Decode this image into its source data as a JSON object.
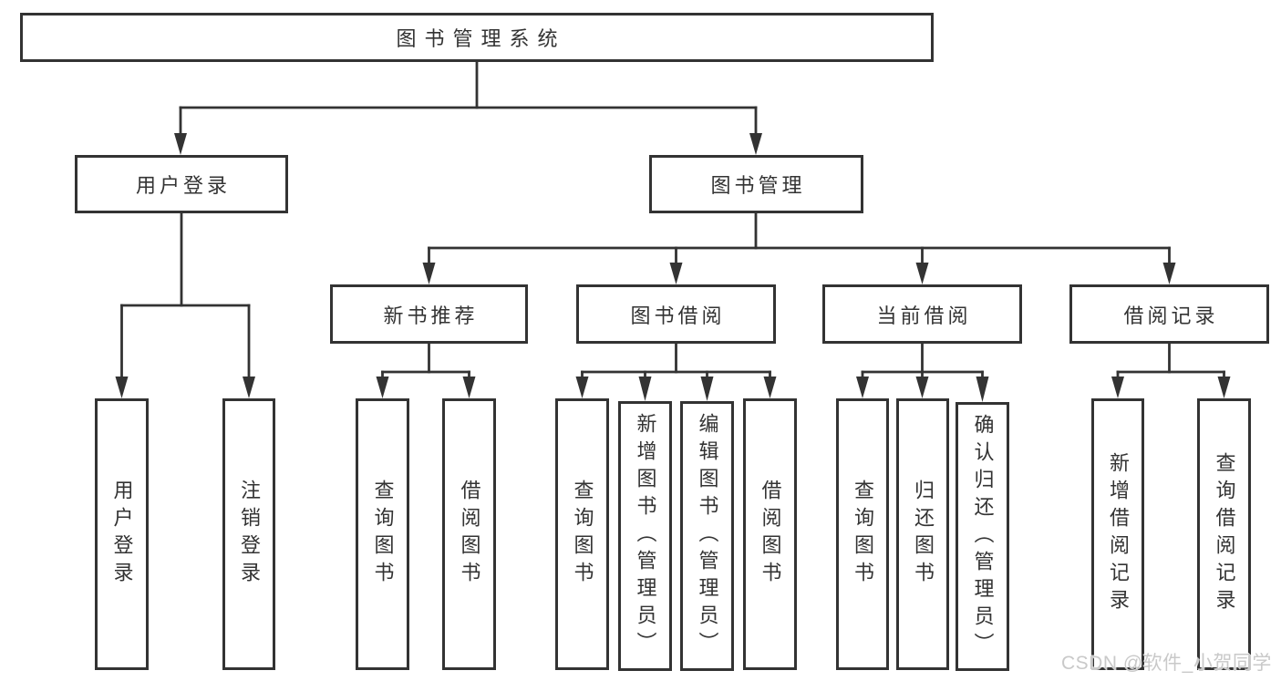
{
  "colors": {
    "line": "#333333",
    "box_border": "#333333",
    "box_bg": "#ffffff",
    "text": "#333333",
    "watermark": "#c9c9c9",
    "page_bg": "#ffffff"
  },
  "tree": {
    "root": {
      "label": "图书管理系统"
    },
    "level2": [
      {
        "label": "用户登录"
      },
      {
        "label": "图书管理"
      }
    ],
    "level3": [
      {
        "label": "新书推荐"
      },
      {
        "label": "图书借阅"
      },
      {
        "label": "当前借阅"
      },
      {
        "label": "借阅记录"
      }
    ],
    "leaves": {
      "user_login": [
        {
          "label": "用户登录"
        },
        {
          "label": "注销登录"
        }
      ],
      "new_book": [
        {
          "label": "查询图书"
        },
        {
          "label": "借阅图书"
        }
      ],
      "book_borrow": [
        {
          "label": "查询图书"
        },
        {
          "label": "新增图书（管理员）"
        },
        {
          "label": "编辑图书（管理员）"
        },
        {
          "label": "借阅图书"
        }
      ],
      "current_borrow": [
        {
          "label": "查询图书"
        },
        {
          "label": "归还图书"
        },
        {
          "label": "确认归还（管理员）"
        }
      ],
      "borrow_records": [
        {
          "label": "新增借阅记录"
        },
        {
          "label": "查询借阅记录"
        }
      ]
    }
  },
  "watermark": {
    "text": "CSDN @软件_小贺同学"
  }
}
